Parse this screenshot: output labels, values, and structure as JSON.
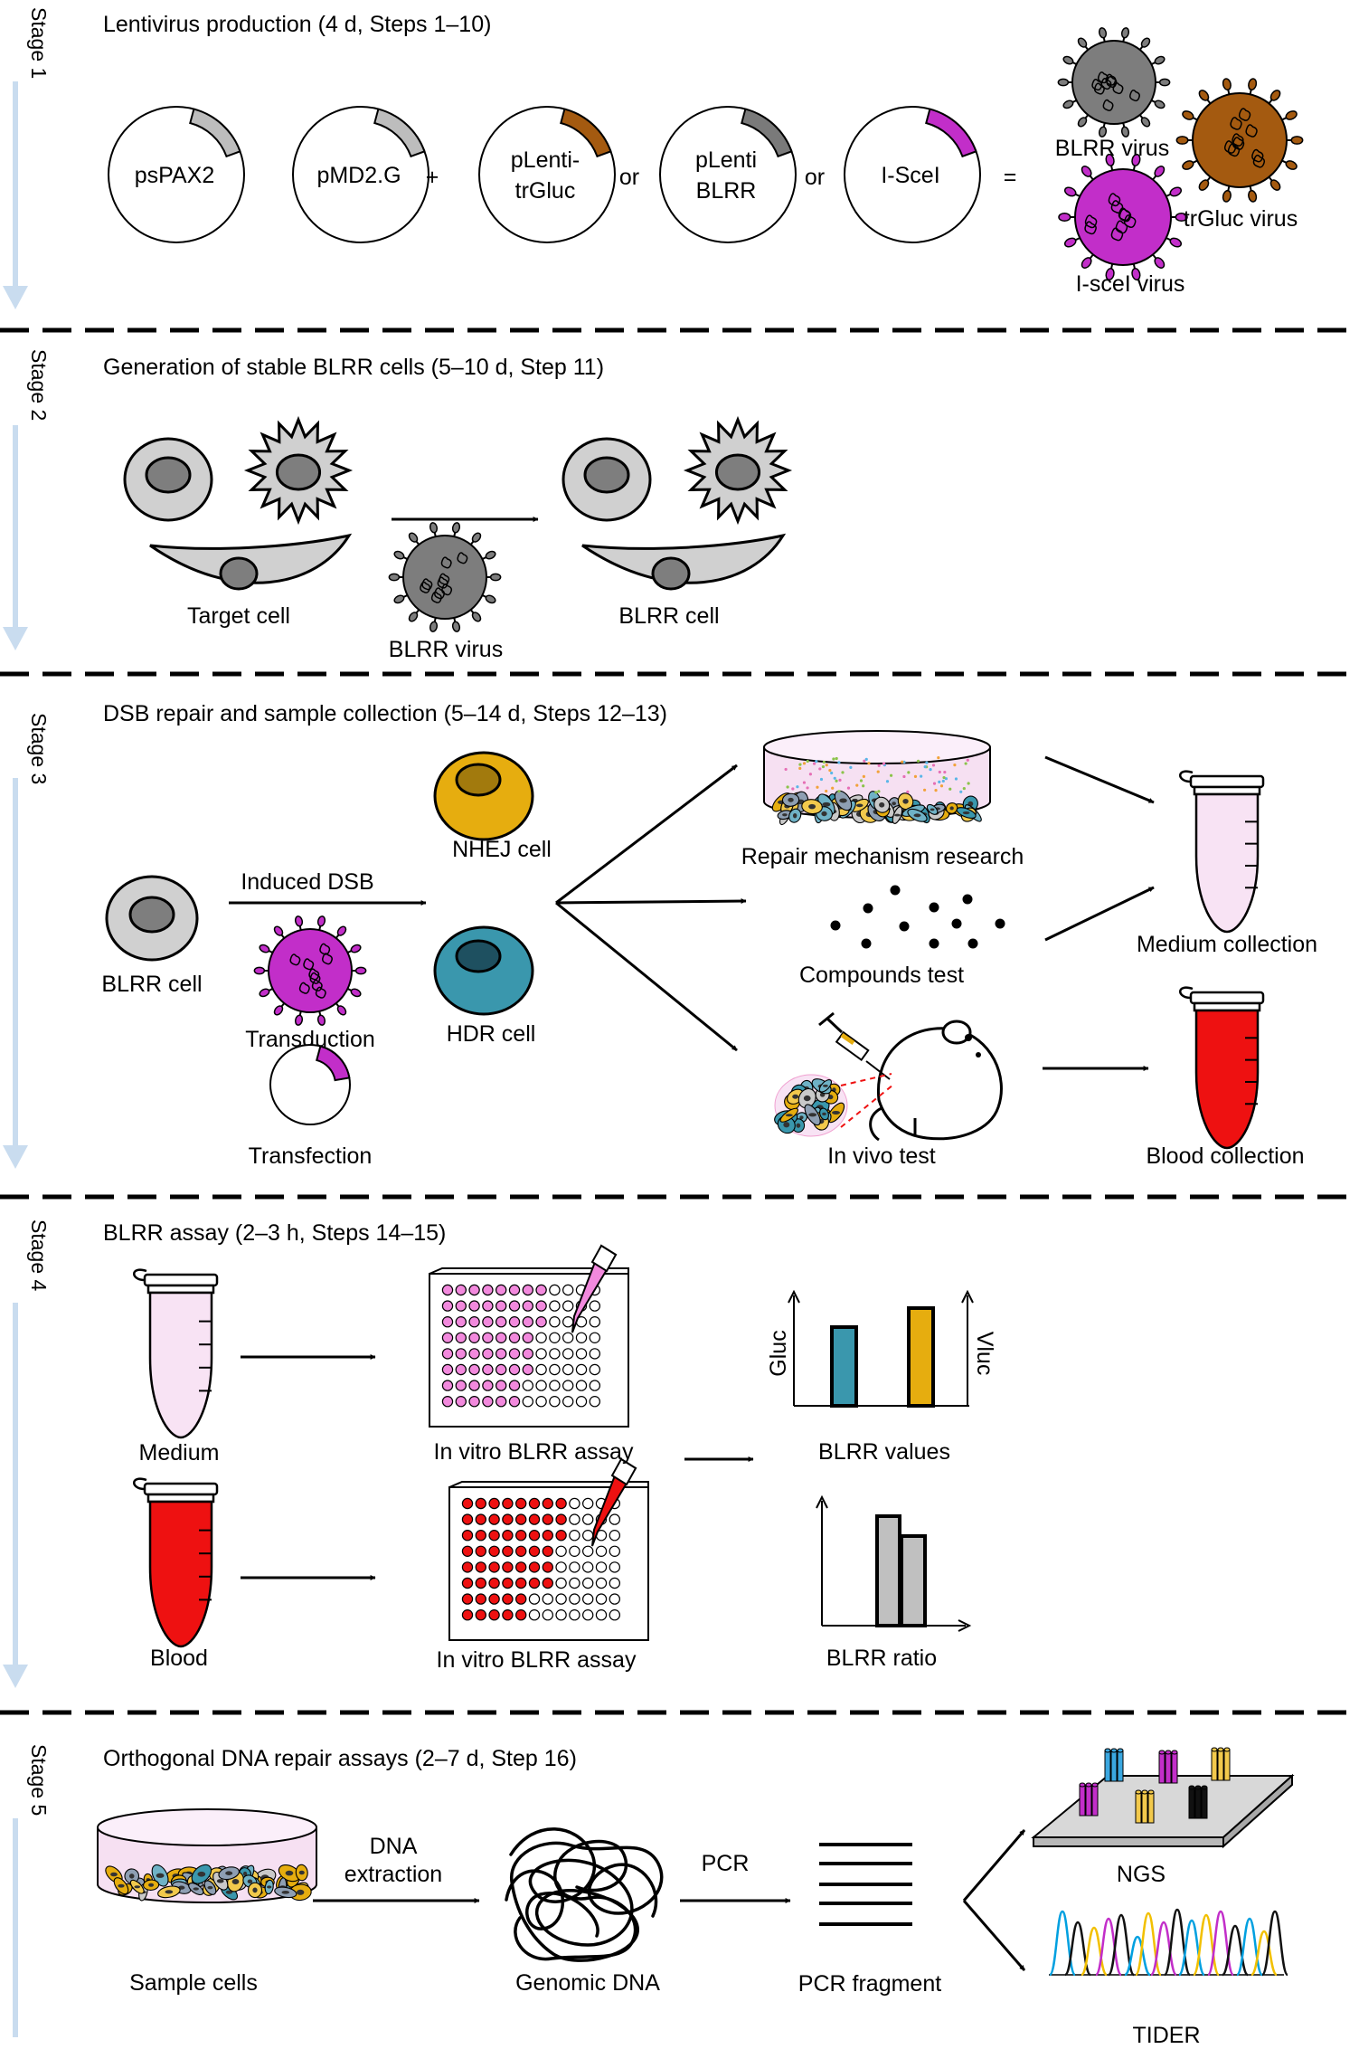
{
  "stages": [
    {
      "label": "Stage 1",
      "title": "Lentivirus production (4 d, Steps 1–10)"
    },
    {
      "label": "Stage 2",
      "title": "Generation of stable BLRR cells (5–10 d, Step 11)"
    },
    {
      "label": "Stage 3",
      "title": "DSB repair and sample collection (5–14 d, Steps 12–13)"
    },
    {
      "label": "Stage 4",
      "title": "BLRR assay (2–3 h, Steps 14–15)"
    },
    {
      "label": "Stage 5",
      "title": "Orthogonal DNA repair assays (2–7 d, Step 16)"
    }
  ],
  "stage1": {
    "plasmids": [
      {
        "line1": "psPAX2",
        "line2": "",
        "color": "#bdbdbd"
      },
      {
        "line1": "pMD2.G",
        "line2": "",
        "color": "#bdbdbd"
      },
      {
        "line1": "pLenti-",
        "line2": "trGluc",
        "color": "#a45a10"
      },
      {
        "line1": "pLenti",
        "line2": "BLRR",
        "color": "#7a7a7a"
      },
      {
        "line1": "I-SceI",
        "line2": "",
        "color": "#c22ec9"
      }
    ],
    "op_plus": "+",
    "op_or1": "or",
    "op_or2": "or",
    "op_eq": "=",
    "virus_blrr": "BLRR virus",
    "virus_trgluc": "trGluc virus",
    "virus_isce": "I-sceI virus"
  },
  "stage2": {
    "target_label": "Target cell",
    "virus_label": "BLRR virus",
    "blrr_label": "BLRR cell"
  },
  "stage3": {
    "blrr_cell": "BLRR cell",
    "induced": "Induced DSB",
    "transduction": "Transduction",
    "transfection": "Transfection",
    "nhej": "NHEJ cell",
    "hdr": "HDR cell",
    "repair": "Repair mechanism research",
    "compounds": "Compounds test",
    "invivo": "In vivo test",
    "medium": "Medium collection",
    "blood": "Blood collection"
  },
  "stage4": {
    "medium": "Medium",
    "blood": "Blood",
    "assay1": "In vitro BLRR assay",
    "assay2": "In vitro BLRR assay",
    "values": "BLRR values",
    "ratio": "BLRR ratio",
    "gluc": "Gluc",
    "vluc": "Vluc"
  },
  "stage5": {
    "sample": "Sample cells",
    "dna_line1": "DNA",
    "dna_line2": "extraction",
    "genomic": "Genomic DNA",
    "pcr": "PCR",
    "fragment": "PCR fragment",
    "ngs": "NGS",
    "tider": "TIDER"
  },
  "colors": {
    "virus_gray": "#7d7d7d",
    "virus_brown": "#a45a10",
    "virus_magenta": "#c22ec9",
    "nhej": "#e6ad0f",
    "hdr": "#3a97ad",
    "medium_pink": "#f8e3f4",
    "blood_red": "#ee1111",
    "timeline": "#c9dcef"
  }
}
